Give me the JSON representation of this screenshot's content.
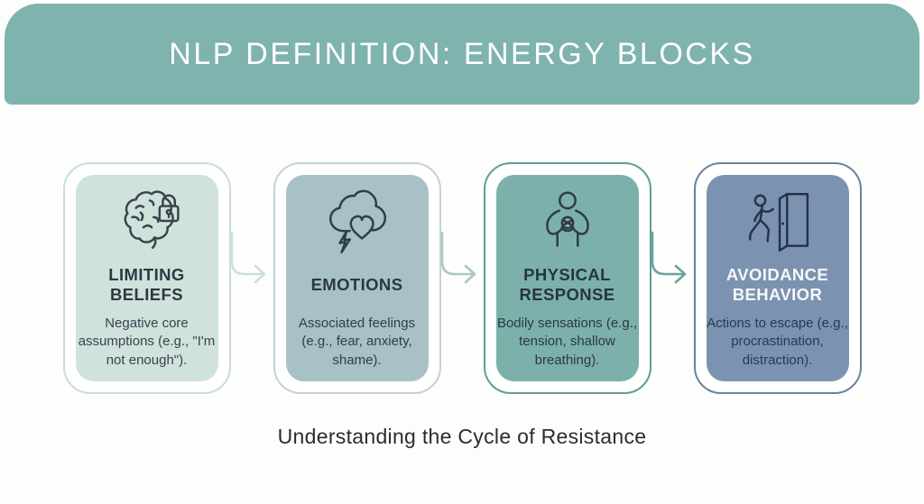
{
  "header": {
    "title": "NLP DEFINITION: ENERGY BLOCKS",
    "bg_color": "#7fb3ae",
    "text_color": "#ffffff"
  },
  "caption": "Understanding the Cycle of Resistance",
  "cards": [
    {
      "title": "LIMITING BELIEFS",
      "body": "Negative core assumptions (e.g., \"I'm not enough\").",
      "icon": "brain-lock-icon",
      "fill": "#cfe2dc",
      "border": "#c9ded9",
      "title_color": "#2e3943",
      "body_color": "#3a434d",
      "icon_color": "#39434c"
    },
    {
      "title": "EMOTIONS",
      "body": "Associated feelings (e.g., fear, anxiety, shame).",
      "icon": "storm-heart-icon",
      "fill": "#a7c1c6",
      "border": "#c2d3d5",
      "title_color": "#2c3843",
      "body_color": "#323d48",
      "icon_color": "#323d48"
    },
    {
      "title": "PHYSICAL RESPONSE",
      "body": "Bodily sensations (e.g., tension, shallow breathing).",
      "icon": "body-stress-icon",
      "fill": "#7cb1ab",
      "border": "#5f9d96",
      "title_color": "#263540",
      "body_color": "#2c3842",
      "icon_color": "#2e3b44"
    },
    {
      "title": "AVOIDANCE BEHAVIOR",
      "body": "Actions to escape (e.g., procrastination, distraction).",
      "icon": "exit-door-icon",
      "fill": "#7b93b0",
      "border": "#66839f",
      "title_color": "#f5f8fa",
      "body_color": "#2b394f",
      "icon_color": "#26324a"
    }
  ],
  "arrows": [
    {
      "direction": "right",
      "color": "#cfe0db"
    },
    {
      "direction": "right",
      "color": "#abc8c3"
    },
    {
      "direction": "right",
      "color": "#6ba49d"
    }
  ]
}
